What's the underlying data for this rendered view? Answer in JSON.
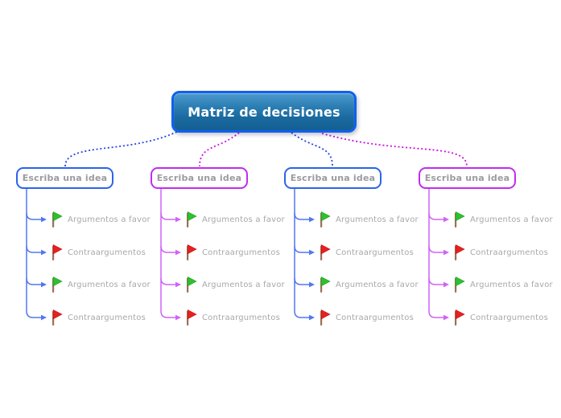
{
  "root": {
    "label": "Matriz de decisiones"
  },
  "topics": [
    {
      "label": "Escriba una idea",
      "color": "blue",
      "items": [
        {
          "label": "Argumentos a favor",
          "icon": "green-flag-icon"
        },
        {
          "label": "Contraargumentos",
          "icon": "red-flag-icon"
        },
        {
          "label": "Argumentos a favor",
          "icon": "green-flag-icon"
        },
        {
          "label": "Contraargumentos",
          "icon": "red-flag-icon"
        }
      ]
    },
    {
      "label": "Escriba una idea",
      "color": "magenta",
      "items": [
        {
          "label": "Argumentos a favor",
          "icon": "green-flag-icon"
        },
        {
          "label": "Contraargumentos",
          "icon": "red-flag-icon"
        },
        {
          "label": "Argumentos a favor",
          "icon": "green-flag-icon"
        },
        {
          "label": "Contraargumentos",
          "icon": "red-flag-icon"
        }
      ]
    },
    {
      "label": "Escriba una idea",
      "color": "blue",
      "items": [
        {
          "label": "Argumentos a favor",
          "icon": "green-flag-icon"
        },
        {
          "label": "Contraargumentos",
          "icon": "red-flag-icon"
        },
        {
          "label": "Argumentos a favor",
          "icon": "green-flag-icon"
        },
        {
          "label": "Contraargumentos",
          "icon": "red-flag-icon"
        }
      ]
    },
    {
      "label": "Escriba una idea",
      "color": "magenta",
      "items": [
        {
          "label": "Argumentos a favor",
          "icon": "green-flag-icon"
        },
        {
          "label": "Contraargumentos",
          "icon": "red-flag-icon"
        },
        {
          "label": "Argumentos a favor",
          "icon": "green-flag-icon"
        },
        {
          "label": "Contraargumentos",
          "icon": "red-flag-icon"
        }
      ]
    }
  ],
  "palette": {
    "blue": {
      "border": "#2d64ec",
      "line": "#5276f2",
      "dotted": "#2444e4"
    },
    "magenta": {
      "border": "#c02df0",
      "line": "#cf63f5",
      "dotted": "#cc10e0"
    }
  },
  "flag_colors": {
    "green-flag-icon": {
      "fill": "#2fc02f",
      "edge": "#1da01d"
    },
    "red-flag-icon": {
      "fill": "#e82020",
      "edge": "#c01414"
    },
    "pole": "#9c7055"
  },
  "root_style": {
    "border": "#1160ee",
    "text": "#ffffff"
  },
  "text_colors": {
    "topic_label": "#9b9ba0",
    "item_label": "#a8a8ad"
  }
}
